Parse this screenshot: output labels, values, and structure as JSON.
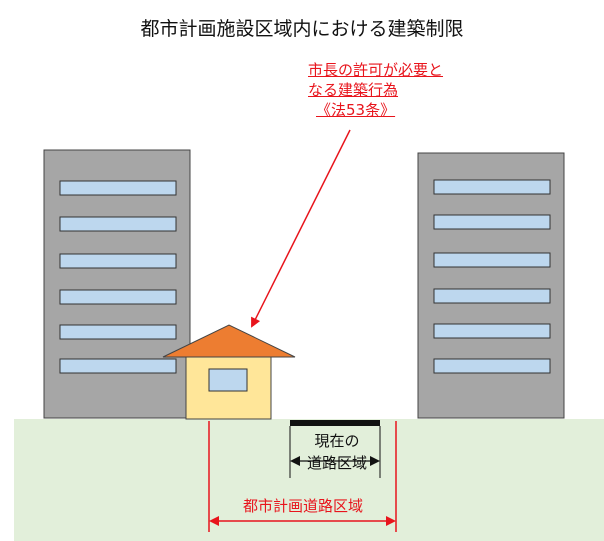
{
  "title": "都市計画施設区域内における建築制限",
  "callout": {
    "line1": "市長の許可が必要と",
    "line2": "なる建築行為",
    "line3": "《法53条》"
  },
  "labels": {
    "current_road_line1": "現在の",
    "current_road_line2": "道路区域",
    "planned_road": "都市計画道路区域"
  },
  "colors": {
    "ground": "#e2efda",
    "building": "#a6a6a6",
    "window": "#bdd7ee",
    "house_wall": "#ffe699",
    "house_roof": "#ed7d31",
    "accent_red": "#e8141c"
  }
}
